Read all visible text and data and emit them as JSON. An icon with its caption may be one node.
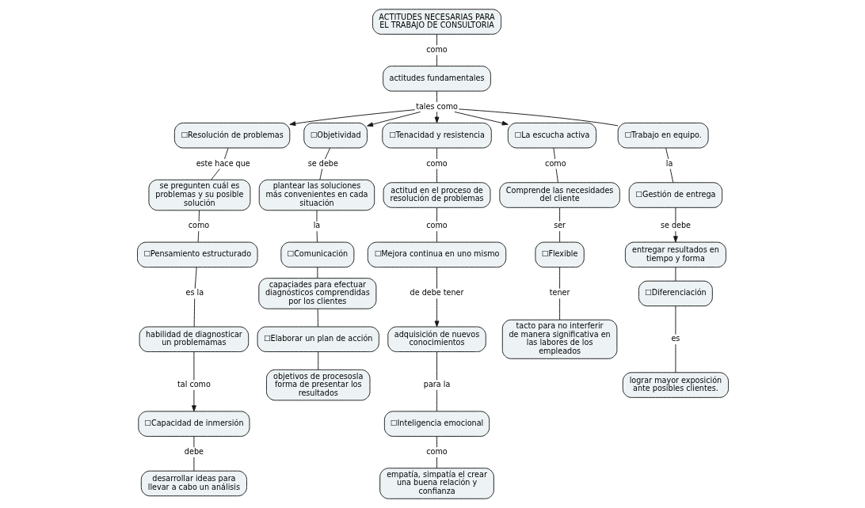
{
  "diagram": {
    "nodes": [
      {
        "text": [
          "ACTITUDES NECESARIAS PARA EL TRABAJO DE CONSULTORIA"
        ]
      },
      {
        "text": [
          "como"
        ]
      },
      {
        "text": [
          "☐Resolución de problemas"
        ]
      },
      {
        "text": [
          "☐Objetividad"
        ]
      },
      {
        "text": [
          "actitudes fundamentales"
        ]
      },
      {
        "text": [
          "se debe"
        ]
      },
      {
        "text": [
          "☐Tenacidad y resistencia"
        ]
      },
      {
        "text": [
          "tales como"
        ]
      },
      {
        "text": [
          "☐La escucha activa"
        ]
      },
      {
        "text": [
          "plantear las soluciones más convenientes en cada situación"
        ]
      },
      {
        "text": [
          "este hace que"
        ]
      },
      {
        "text": [
          "como"
        ]
      },
      {
        "text": [
          "☐Trabajo en equipo."
        ]
      },
      {
        "text": [
          "como"
        ]
      },
      {
        "text": [
          "actitud en el proceso de resolución de problemas"
        ]
      },
      {
        "text": [
          "la"
        ]
      },
      {
        "text": [
          "la"
        ]
      },
      {
        "text": [
          "se pregunten cuál es problemas y su posible solución"
        ]
      },
      {
        "text": [
          "Comprende las necesidades del cliente"
        ]
      },
      {
        "text": [
          "como"
        ]
      },
      {
        "text": [
          "☐Comunicación"
        ]
      },
      {
        "text": [
          "☐Gestión de entrega"
        ]
      },
      {
        "text": [
          "☐Mejora continua en uno mismo"
        ]
      },
      {
        "text": [
          "ser"
        ]
      },
      {
        "text": [
          "como"
        ]
      },
      {
        "text": [
          "se debe"
        ]
      },
      {
        "text": [
          "entregar resultados en tiempo y forma"
        ]
      },
      {
        "text": [
          "☐Flexible"
        ]
      },
      {
        "text": [
          "de debe tener"
        ]
      },
      {
        "text": [
          "capaciades para efectuar diagnósticos comprendidas por los clientes"
        ]
      },
      {
        "text": [
          "☐Pensamiento estructurado"
        ]
      },
      {
        "text": [
          "adquisición de nuevos conocimientos"
        ]
      },
      {
        "text": [
          "tener"
        ]
      },
      {
        "text": [
          "☐Diferenciación"
        ]
      },
      {
        "text": [
          "es la"
        ]
      },
      {
        "text": [
          "☐Capacidad de inmersión"
        ]
      },
      {
        "text": [
          "para la"
        ]
      },
      {
        "text": [
          "es"
        ]
      },
      {
        "text": [
          "tacto para no interferir de manera significativa en las labores de los empleados"
        ]
      },
      {
        "text": [
          "habilidad de diagnosticar un problemamas"
        ]
      },
      {
        "text": [
          "debe"
        ]
      },
      {
        "text": [
          "☐Inteligencia emocional"
        ]
      },
      {
        "text": [
          "☐Elaborar un plan de acción"
        ]
      },
      {
        "text": [
          "lograr mayor exposición ante posibles clientes."
        ]
      },
      {
        "text": [
          "tal como"
        ]
      },
      {
        "text": [
          "desarrollar ideas para llevar a cabo un análisis"
        ]
      },
      {
        "text": [
          "como"
        ]
      },
      {
        "text": [
          "empatía, simpatía el crear una buena relación y confianza"
        ]
      },
      {
        "text": [
          "objetivos de procesosla forma de presentar los resultados"
        ]
      }
    ],
    "edges": [
      {
        "from": 0,
        "to": 1,
        "arrow": "none"
      },
      {
        "from": 1,
        "to": 4,
        "arrow": "none"
      },
      {
        "from": 4,
        "to": 7,
        "arrow": "none"
      },
      {
        "from": 7,
        "to": 2,
        "arrow": "to"
      },
      {
        "from": 7,
        "to": 6,
        "arrow": "to"
      },
      {
        "from": 7,
        "to": 3,
        "arrow": "to"
      },
      {
        "from": 7,
        "to": 8,
        "arrow": "to"
      },
      {
        "from": 7,
        "to": 12,
        "arrow": "none"
      },
      {
        "from": 2,
        "to": 10,
        "arrow": "none"
      },
      {
        "from": 10,
        "to": 17,
        "arrow": "none"
      },
      {
        "from": 6,
        "to": 11,
        "arrow": "none"
      },
      {
        "from": 11,
        "to": 14,
        "arrow": "none"
      },
      {
        "from": 14,
        "to": 19,
        "arrow": "none"
      },
      {
        "from": 19,
        "to": 22,
        "arrow": "none"
      },
      {
        "from": 22,
        "to": 28,
        "arrow": "none"
      },
      {
        "from": 28,
        "to": 31,
        "arrow": "to"
      },
      {
        "from": 17,
        "to": 24,
        "arrow": "none"
      },
      {
        "from": 24,
        "to": 30,
        "arrow": "none"
      },
      {
        "from": 30,
        "to": 34,
        "arrow": "none"
      },
      {
        "from": 34,
        "to": 39,
        "arrow": "none"
      },
      {
        "from": 39,
        "to": 44,
        "arrow": "none"
      },
      {
        "from": 44,
        "to": 35,
        "arrow": "to"
      },
      {
        "from": 35,
        "to": 40,
        "arrow": "none"
      },
      {
        "from": 40,
        "to": 45,
        "arrow": "none"
      },
      {
        "from": 31,
        "to": 36,
        "arrow": "none"
      },
      {
        "from": 36,
        "to": 41,
        "arrow": "none"
      },
      {
        "from": 41,
        "to": 46,
        "arrow": "none"
      },
      {
        "from": 46,
        "to": 47,
        "arrow": "none"
      },
      {
        "from": 12,
        "to": 16,
        "arrow": "none"
      },
      {
        "from": 16,
        "to": 21,
        "arrow": "none"
      },
      {
        "from": 21,
        "to": 25,
        "arrow": "none"
      },
      {
        "from": 25,
        "to": 26,
        "arrow": "to"
      },
      {
        "from": 26,
        "to": 33,
        "arrow": "none"
      },
      {
        "from": 33,
        "to": 37,
        "arrow": "none"
      },
      {
        "from": 37,
        "to": 43,
        "arrow": "none"
      },
      {
        "from": 3,
        "to": 5,
        "arrow": "none"
      },
      {
        "from": 5,
        "to": 9,
        "arrow": "none"
      },
      {
        "from": 9,
        "to": 15,
        "arrow": "none"
      },
      {
        "from": 15,
        "to": 20,
        "arrow": "none"
      },
      {
        "from": 20,
        "to": 29,
        "arrow": "none"
      },
      {
        "from": 29,
        "to": 42,
        "arrow": "none"
      },
      {
        "from": 42,
        "to": 48,
        "arrow": "none"
      },
      {
        "from": 8,
        "to": 13,
        "arrow": "none"
      },
      {
        "from": 13,
        "to": 18,
        "arrow": "none"
      },
      {
        "from": 18,
        "to": 23,
        "arrow": "none"
      },
      {
        "from": 23,
        "to": 27,
        "arrow": "none"
      },
      {
        "from": 27,
        "to": 32,
        "arrow": "none"
      },
      {
        "from": 32,
        "to": 38,
        "arrow": "none"
      }
    ]
  }
}
